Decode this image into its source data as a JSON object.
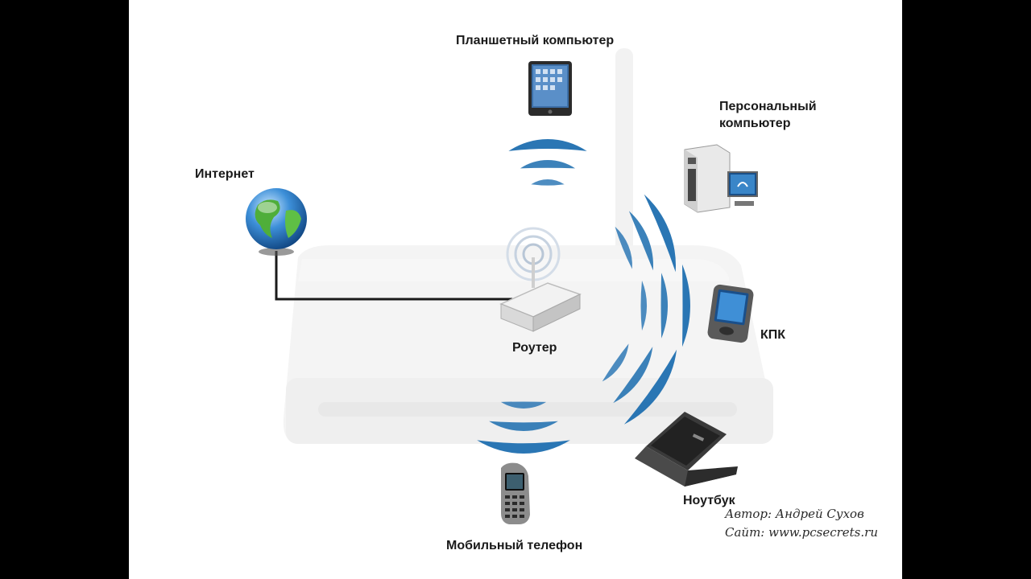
{
  "nodes": {
    "internet": "Интернет",
    "tablet": "Планшетный компьютер",
    "pc": "Персональный компьютер",
    "pda": "КПК",
    "router": "Роутер",
    "laptop": "Ноутбук",
    "phone": "Мобильный телефон"
  },
  "credits": {
    "author": "Автор: Андрей Сухов",
    "site": "Сайт: www.pcsecrets.ru"
  },
  "colors": {
    "wave": "#1f6fb0",
    "cable": "#1a1a1a",
    "background": "#ffffff",
    "letterbox": "#000000"
  },
  "icons": {
    "internet": "globe-icon",
    "tablet": "tablet-icon",
    "pc": "desktop-computer-icon",
    "pda": "pda-icon",
    "router": "wifi-router-icon",
    "laptop": "laptop-icon",
    "phone": "mobile-phone-icon"
  }
}
